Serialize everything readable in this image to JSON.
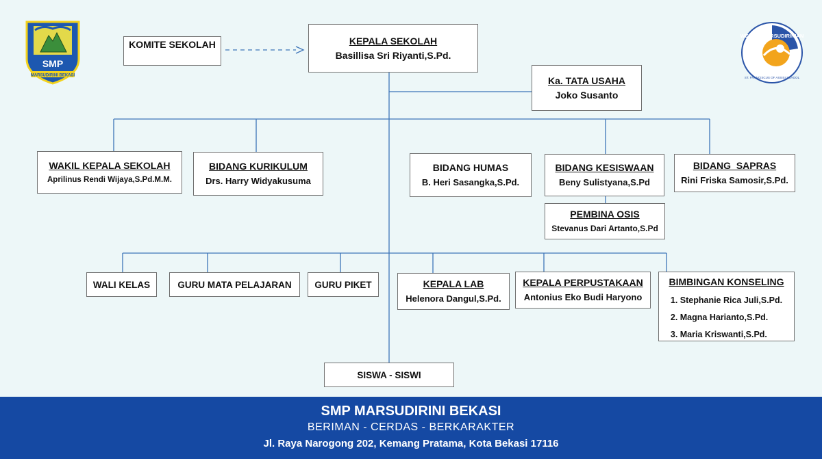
{
  "komite": {
    "title": "KOMITE SEKOLAH"
  },
  "kepala_sekolah": {
    "title": "KEPALA SEKOLAH",
    "name": "Basillisa Sri Riyanti,S.Pd."
  },
  "tata_usaha": {
    "title": "Ka. TATA USAHA",
    "name": "Joko Susanto"
  },
  "wakil": {
    "title": "WAKIL KEPALA SEKOLAH",
    "name": "Aprilinus Rendi Wijaya,S.Pd.M.M."
  },
  "kurikulum": {
    "title": "BIDANG KURIKULUM",
    "name": "Drs. Harry Widyakusuma"
  },
  "humas": {
    "title": "BIDANG HUMAS",
    "name": "B. Heri Sasangka,S.Pd."
  },
  "kesiswaan": {
    "title": "BIDANG KESISWAAN",
    "name": "Beny Sulistyana,S.Pd"
  },
  "sapras": {
    "title": "BIDANG  SAPRAS",
    "name": "Rini Friska Samosir,S.Pd."
  },
  "osis": {
    "title": "PEMBINA OSIS",
    "name": "Stevanus Dari Artanto,S.Pd"
  },
  "wali_kelas": {
    "title": "WALI KELAS"
  },
  "guru_mapel": {
    "title": "GURU MATA PELAJARAN"
  },
  "guru_piket": {
    "title": "GURU PIKET"
  },
  "lab": {
    "title": "KEPALA LAB",
    "name": "Helenora Dangul,S.Pd."
  },
  "perpustakaan": {
    "title": "KEPALA PERPUSTAKAAN",
    "name": "Antonius Eko Budi Haryono"
  },
  "bk": {
    "title": "BIMBINGAN KONSELING",
    "members": [
      "1. Stephanie Rica Juli,S.Pd.",
      "2. Magna Harianto,S.Pd.",
      "3. Maria Kriswanti,S.Pd."
    ]
  },
  "siswa": {
    "title": "SISWA - SISWI"
  },
  "footer": {
    "school": "SMP MARSUDIRINI BEKASI",
    "motto": "BERIMAN - CERDAS - BERKARAKTER",
    "address": "Jl. Raya Narogong 202, Kemang Pratama, Kota Bekasi 17116"
  },
  "left_logo": {
    "text": "SMP",
    "ribbon": "MARSUDIRINI BEKASI",
    "icon": "school-crest-icon"
  },
  "right_logo": {
    "text": "WE ARE MARSUDIRINIAN",
    "subtext": "ST. FRANCISCUS OF ASSISI SCHOOL",
    "icon": "we-are-marsudirinian-badge-icon"
  },
  "colors": {
    "background": "#edf7f8",
    "line": "#3d74b8",
    "footer": "#1549a3",
    "box_border": "#707070"
  }
}
